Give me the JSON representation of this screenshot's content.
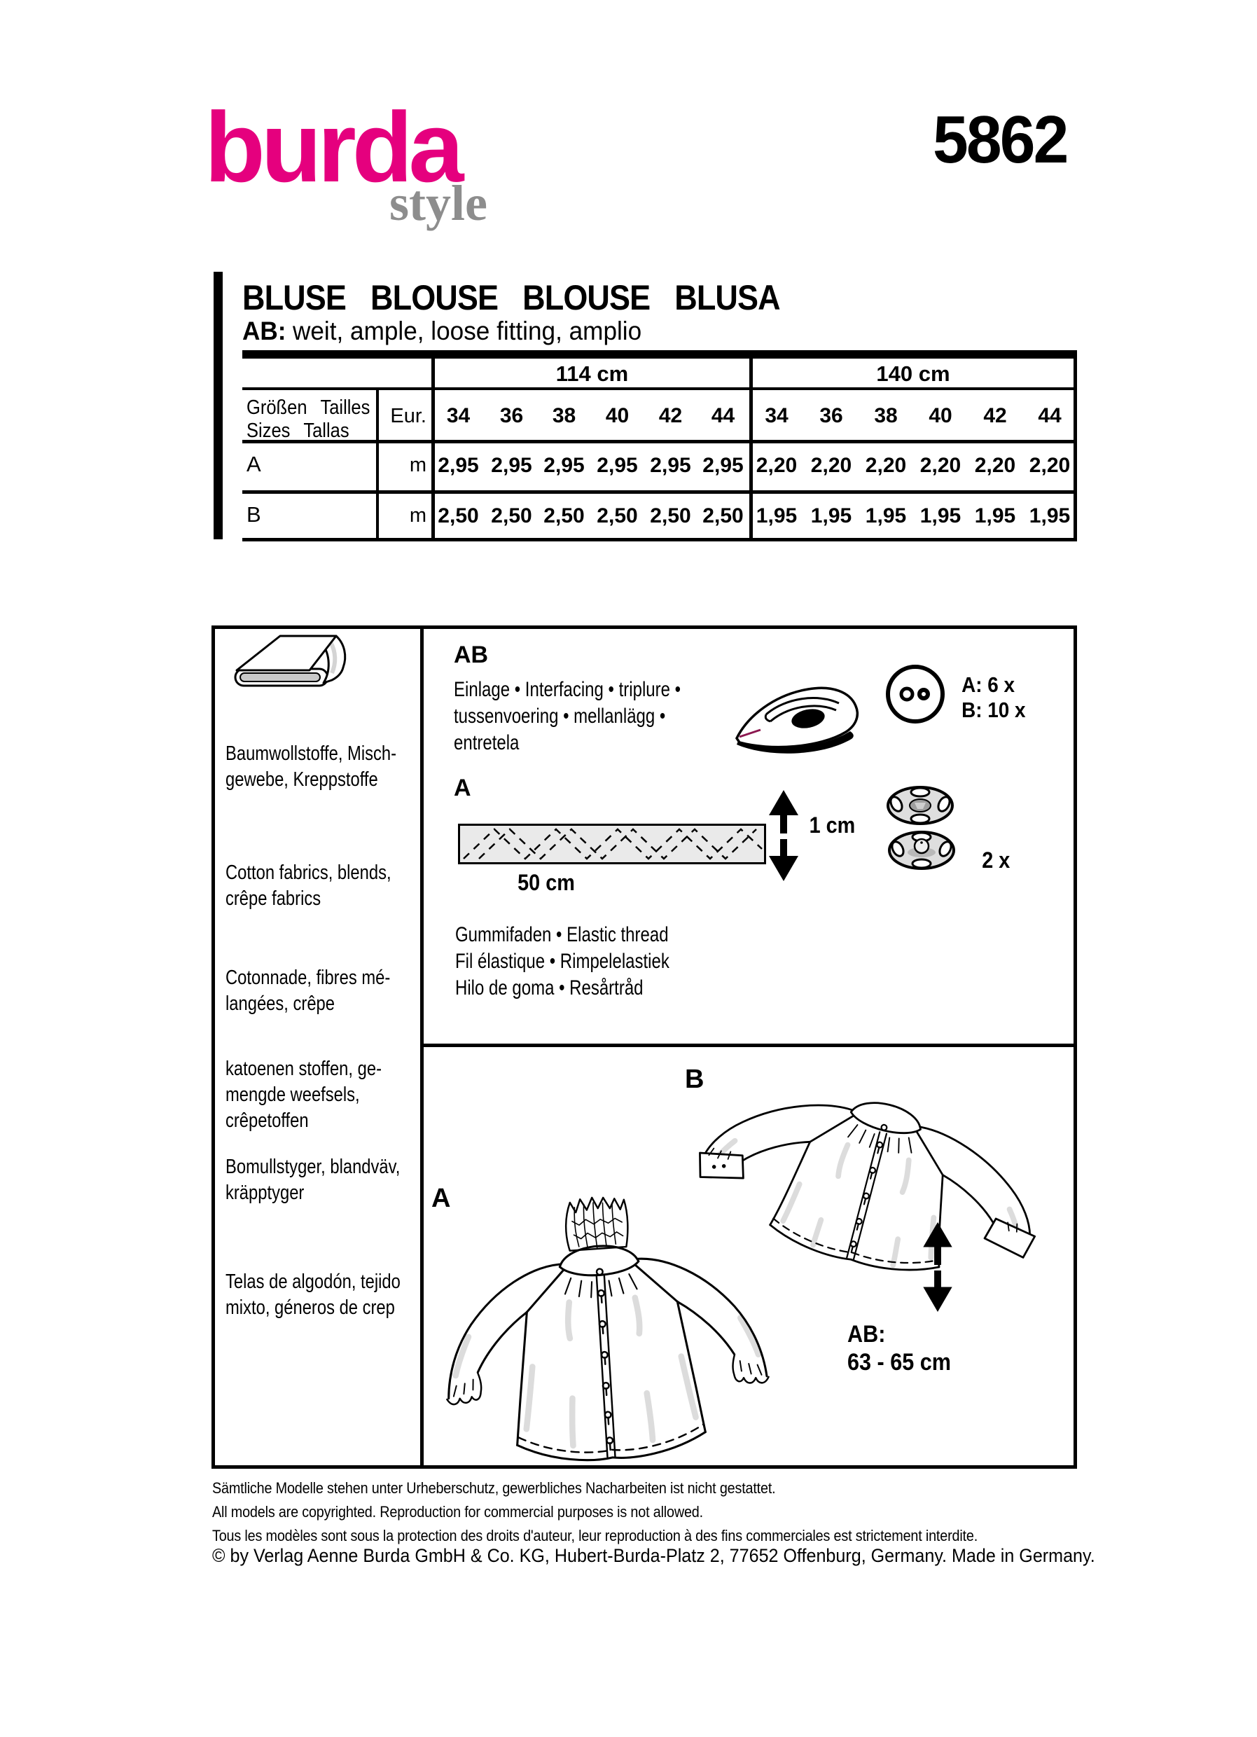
{
  "brand": {
    "logo_main": "burda",
    "logo_sub": "style",
    "pattern_number": "5862",
    "pink": "#E5007E",
    "gray": "#8D8D8D"
  },
  "title": {
    "heading": "BLUSE   BLOUSE   BLOUSE   BLUSA",
    "sub_bold": "AB:",
    "sub_rest": "weit, ample, loose fitting, amplio"
  },
  "fabric_table": {
    "width_groups": [
      "114 cm",
      "140 cm"
    ],
    "label_line1": "Größen  Tailles",
    "label_line2": "Sizes  Tallas",
    "eur_label": "Eur.",
    "sizes": [
      "34",
      "36",
      "38",
      "40",
      "42",
      "44"
    ],
    "rows": [
      {
        "label": "A",
        "unit": "m",
        "values_114": [
          "2,95",
          "2,95",
          "2,95",
          "2,95",
          "2,95",
          "2,95"
        ],
        "values_140": [
          "2,20",
          "2,20",
          "2,20",
          "2,20",
          "2,20",
          "2,20"
        ]
      },
      {
        "label": "B",
        "unit": "m",
        "values_114": [
          "2,50",
          "2,50",
          "2,50",
          "2,50",
          "2,50",
          "2,50"
        ],
        "values_140": [
          "1,95",
          "1,95",
          "1,95",
          "1,95",
          "1,95",
          "1,95"
        ]
      }
    ]
  },
  "materials": {
    "fabrics": [
      [
        "Baumwollstoffe, Misch-",
        "gewebe, Kreppstoffe"
      ],
      [
        "Cotton fabrics, blends,",
        "crêpe fabrics"
      ],
      [
        "Cotonnade, fibres mé-",
        "langées, crêpe"
      ],
      [
        "katoenen stoffen, ge-",
        "mengde weefsels,",
        "crêpetoffen"
      ],
      [
        "Bomullstyger, blandväv,",
        "kräpptyger"
      ],
      [
        "Telas de algodón, tejido",
        "mixto, géneros de crep"
      ]
    ]
  },
  "notions": {
    "section_ab": "AB",
    "interfacing_lines": [
      "Einlage • Interfacing • triplure •",
      "tussenvoering • mellanlägg •",
      "entretela"
    ],
    "buttons_a": "A: 6 x",
    "buttons_b": "B: 10 x",
    "section_a": "A",
    "strip_width_label": "50 cm",
    "strip_height_label": "1 cm",
    "snaps_count": "2 x",
    "elastic_lines": [
      "Gummifaden • Elastic thread",
      "Fil élastique • Rimpelelastiek",
      "Hilo de goma • Resårtråd"
    ]
  },
  "garments": {
    "label_a": "A",
    "label_b": "B",
    "length_line1": "AB:",
    "length_line2": "63 - 65 cm"
  },
  "footer": {
    "lines": [
      "Sämtliche Modelle stehen unter Urheberschutz, gewerbliches Nacharbeiten ist nicht gestattet.",
      "All models are copyrighted. Reproduction for commercial purposes is not allowed.",
      "Tous les modèles sont sous la protection des droits d'auteur, leur reproduction à des fins commerciales est strictement interdite.",
      "© by Verlag Aenne Burda GmbH & Co. KG, Hubert-Burda-Platz 2, 77652 Offenburg, Germany. Made in Germany."
    ]
  },
  "icons": {
    "fabric_bolt": "fabric-bolt-icon",
    "iron": "iron-icon",
    "button": "button-icon",
    "snaps": "snap-fasteners-icon",
    "double_arrow": "double-arrow-icon"
  }
}
